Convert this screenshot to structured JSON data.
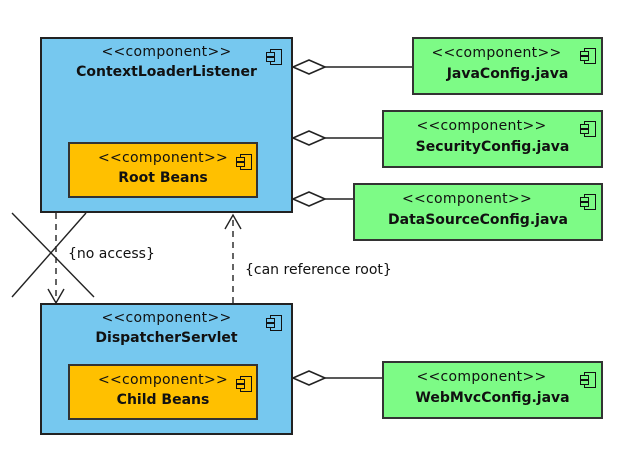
{
  "stereotype": "<<component>>",
  "components": {
    "context_loader": "ContextLoaderListener",
    "root_beans": "Root Beans",
    "dispatcher": "DispatcherServlet",
    "child_beans": "Child Beans",
    "java_config": "JavaConfig.java",
    "security_config": "SecurityConfig.java",
    "datasource_config": "DataSourceConfig.java",
    "webmvc_config": "WebMvcConfig.java"
  },
  "notes": {
    "no_access": "{no access}",
    "can_reference_root": "{can reference root}"
  },
  "colors": {
    "container": "#76c8ef",
    "beans": "#ffc000",
    "config": "#7dfb86"
  },
  "icons": [
    "component-icon",
    "aggregation-diamond",
    "dependency-arrow",
    "cross-mark"
  ]
}
